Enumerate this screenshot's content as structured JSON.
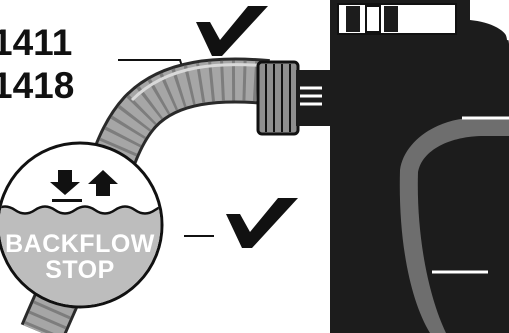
{
  "labels": {
    "model_top": "1411",
    "model_bottom": "1418",
    "badge_line1": "BACKFLOW",
    "badge_line2": "STOP"
  },
  "icons": {
    "checkmarks": [
      "checkmark-icon",
      "checkmark-icon"
    ],
    "flow": "flow-arrows-icon"
  },
  "colors": {
    "ink": "#111111",
    "hose": "#a6a6a6",
    "hose_rib": "#7d7d7d",
    "device_body": "#1c1c1c",
    "device_panel": "#6e6e6e",
    "badge": "#bdbdbd",
    "background": "#ffffff"
  }
}
